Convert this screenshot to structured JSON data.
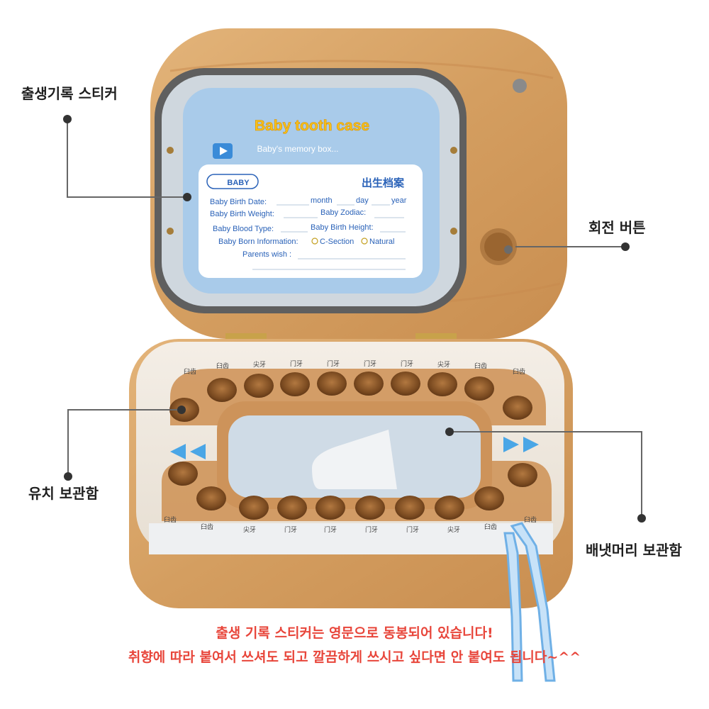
{
  "callouts": {
    "birth_sticker": "출생기록 스티커",
    "rotate_button": "회전 버튼",
    "tooth_storage": "유치 보관함",
    "navel_storage": "배냇머리 보관함"
  },
  "sticker": {
    "title": "Baby tooth case",
    "subtitle": "Baby's memory box...",
    "badge": "BABY",
    "chinese_title": "出生档案",
    "field_birth_date": "Baby Birth Date:",
    "field_month": "month",
    "field_day": "day",
    "field_year": "year",
    "field_weight": "Baby Birth Weight:",
    "field_zodiac": "Baby Zodiac:",
    "field_blood": "Baby Blood Type:",
    "field_height": "Baby Birth Height:",
    "field_born_info": "Baby Born Information:",
    "opt_csection": "C-Section",
    "opt_natural": "Natural",
    "field_parents": "Parents wish :"
  },
  "tray_labels": {
    "top": [
      "臼齿",
      "臼齿",
      "尖牙",
      "门牙",
      "门牙",
      "门牙",
      "门牙",
      "尖牙",
      "臼齿",
      "臼齿"
    ],
    "bottom": [
      "臼齿",
      "臼齿",
      "尖牙",
      "门牙",
      "门牙",
      "门牙",
      "门牙",
      "尖牙",
      "臼齿",
      "臼齿"
    ]
  },
  "notes": {
    "line1": "출생 기록 스티커는 영문으로 동봉되어 있습니다!",
    "line2": "취향에 따라 붙여서 쓰셔도 되고 깔끔하게 쓰시고 싶다면 안 붙여도 됩니다~^^"
  },
  "colors": {
    "wood": "#d9a66a",
    "sticker_blue": "#a9cbea",
    "note_red": "#e8463b",
    "arrow_blue": "#4aa6e6"
  }
}
